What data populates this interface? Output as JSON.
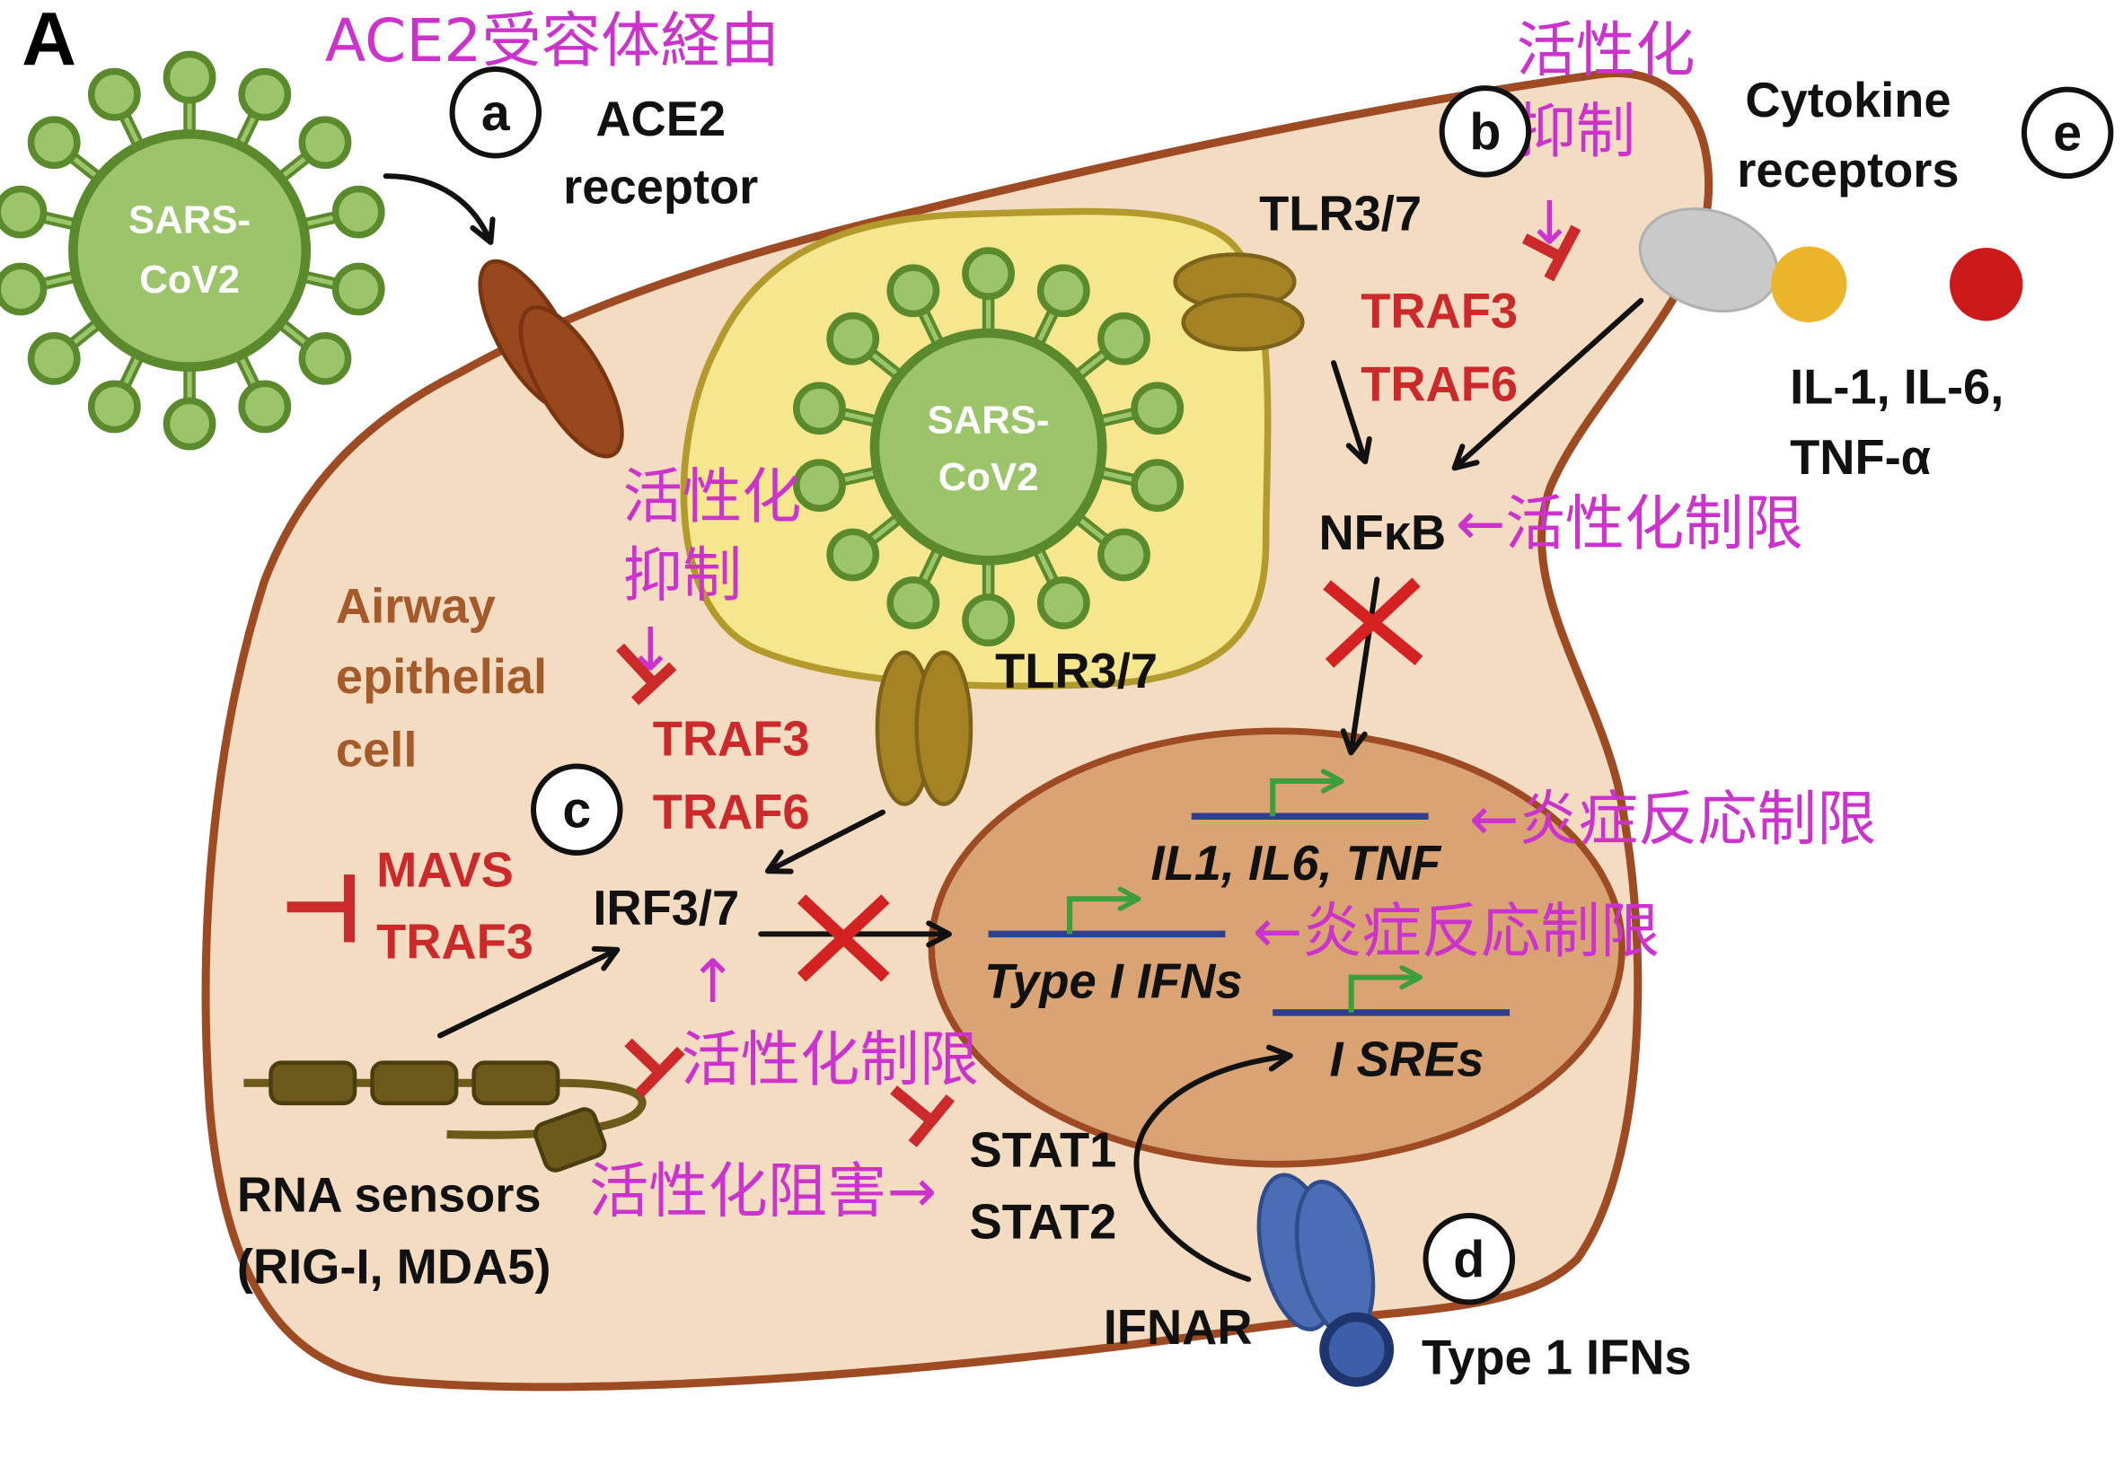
{
  "panel_label": "A",
  "markers": {
    "a": "a",
    "b": "b",
    "c": "c",
    "d": "d",
    "e": "e"
  },
  "annotations": {
    "ace2_route": "ACE2受容体経由",
    "top_activation": [
      "活性化",
      "抑制"
    ],
    "top_arrow": "↓",
    "nfkb_limit": "←活性化制限",
    "mid_activation": [
      "活性化",
      "抑制"
    ],
    "mid_arrow": "↓",
    "inflammation_limit_1": "←炎症反応制限",
    "inflammation_limit_2": "←炎症反応制限",
    "irf_arrow": "↑",
    "irf_limit": "活性化制限",
    "stat_inhibition": "活性化阻害→"
  },
  "labels": {
    "virus_outside": [
      "SARS-",
      "CoV2"
    ],
    "virus_inside": [
      "SARS-",
      "CoV2"
    ],
    "ace2_receptor": [
      "ACE2",
      "receptor"
    ],
    "cytokine_receptors": [
      "Cytokine",
      "receptors"
    ],
    "tlr_top": "TLR3/7",
    "traf_top": [
      "TRAF3",
      "TRAF6"
    ],
    "cytokines": [
      "IL-1, IL-6,",
      "TNF-α"
    ],
    "nfkb": "NFκB",
    "cell": [
      "Airway",
      "epithelial",
      "cell"
    ],
    "tlr_bottom": "TLR3/7",
    "traf_bottom": [
      "TRAF3",
      "TRAF6"
    ],
    "mavs_traf": [
      "MAVS",
      "TRAF3"
    ],
    "irf": "IRF3/7",
    "genes_inflammatory": "IL1, IL6, TNF",
    "genes_ifn": "Type I IFNs",
    "genes_isre": "I SREs",
    "rna_sensors": [
      "RNA sensors",
      "(RIG-I, MDA5)"
    ],
    "stat": [
      "STAT1",
      "STAT2"
    ],
    "ifnar": "IFNAR",
    "type1_ifns": "Type 1 IFNs"
  },
  "colors": {
    "annotation": "#cc33cc",
    "inhibitor": "#cc2a2a",
    "block": "#d42222",
    "cell_label": "#a55a2a",
    "gene_line": "#2e3f8f",
    "promoter": "#3c9e3c",
    "virus": "#9cc46a",
    "cell_fill": "#f4dcc3",
    "nucleus_fill": "#d9a374",
    "endosome_fill": "#f6e78e"
  }
}
